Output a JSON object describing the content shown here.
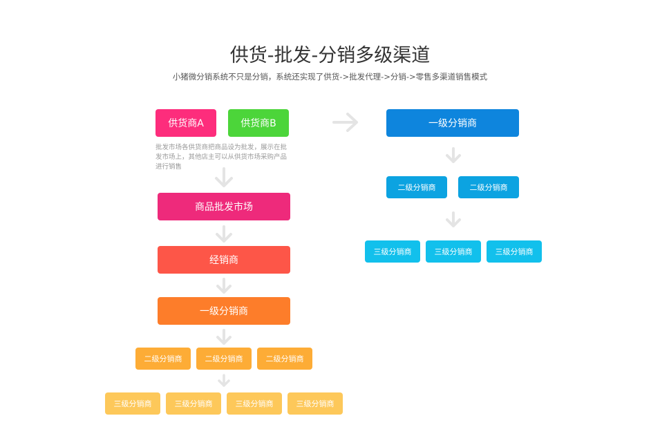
{
  "header": {
    "title": "供货-批发-分销多级渠道",
    "subtitle": "小猪微分销系统不只是分销，系统还实现了供货->批发代理->分销->零售多渠道销售模式"
  },
  "left_flow": {
    "supplier_a": "供货商A",
    "supplier_b": "供货商B",
    "note": "批发市场各供货商把商品设为批发，展示在批发市场上，其他店主可以从供货市场采购产品进行销售",
    "wholesale_market": "商品批发市场",
    "distributor": "经销商",
    "level1": "一级分销商",
    "level2": [
      "二级分销商",
      "二级分销商",
      "二级分销商"
    ],
    "level3": [
      "三级分销商",
      "三级分销商",
      "三级分销商",
      "三级分销商"
    ]
  },
  "right_flow": {
    "level1": "一级分销商",
    "level2": [
      "二级分销商",
      "二级分销商"
    ],
    "level3": [
      "三级分销商",
      "三级分销商",
      "三级分销商"
    ]
  },
  "colors": {
    "supplier_a": "#fd2d7c",
    "supplier_b": "#4cd53a",
    "wholesale_market": "#ee2a7b",
    "distributor": "#fd5648",
    "left_level1": "#fd7d2a",
    "left_level2": "#fdac36",
    "left_level3": "#fdc85a",
    "right_level1": "#0e85dd",
    "right_level2": "#0ca3e1",
    "right_level3": "#12c0ec",
    "arrow": "#e4e4e4"
  }
}
